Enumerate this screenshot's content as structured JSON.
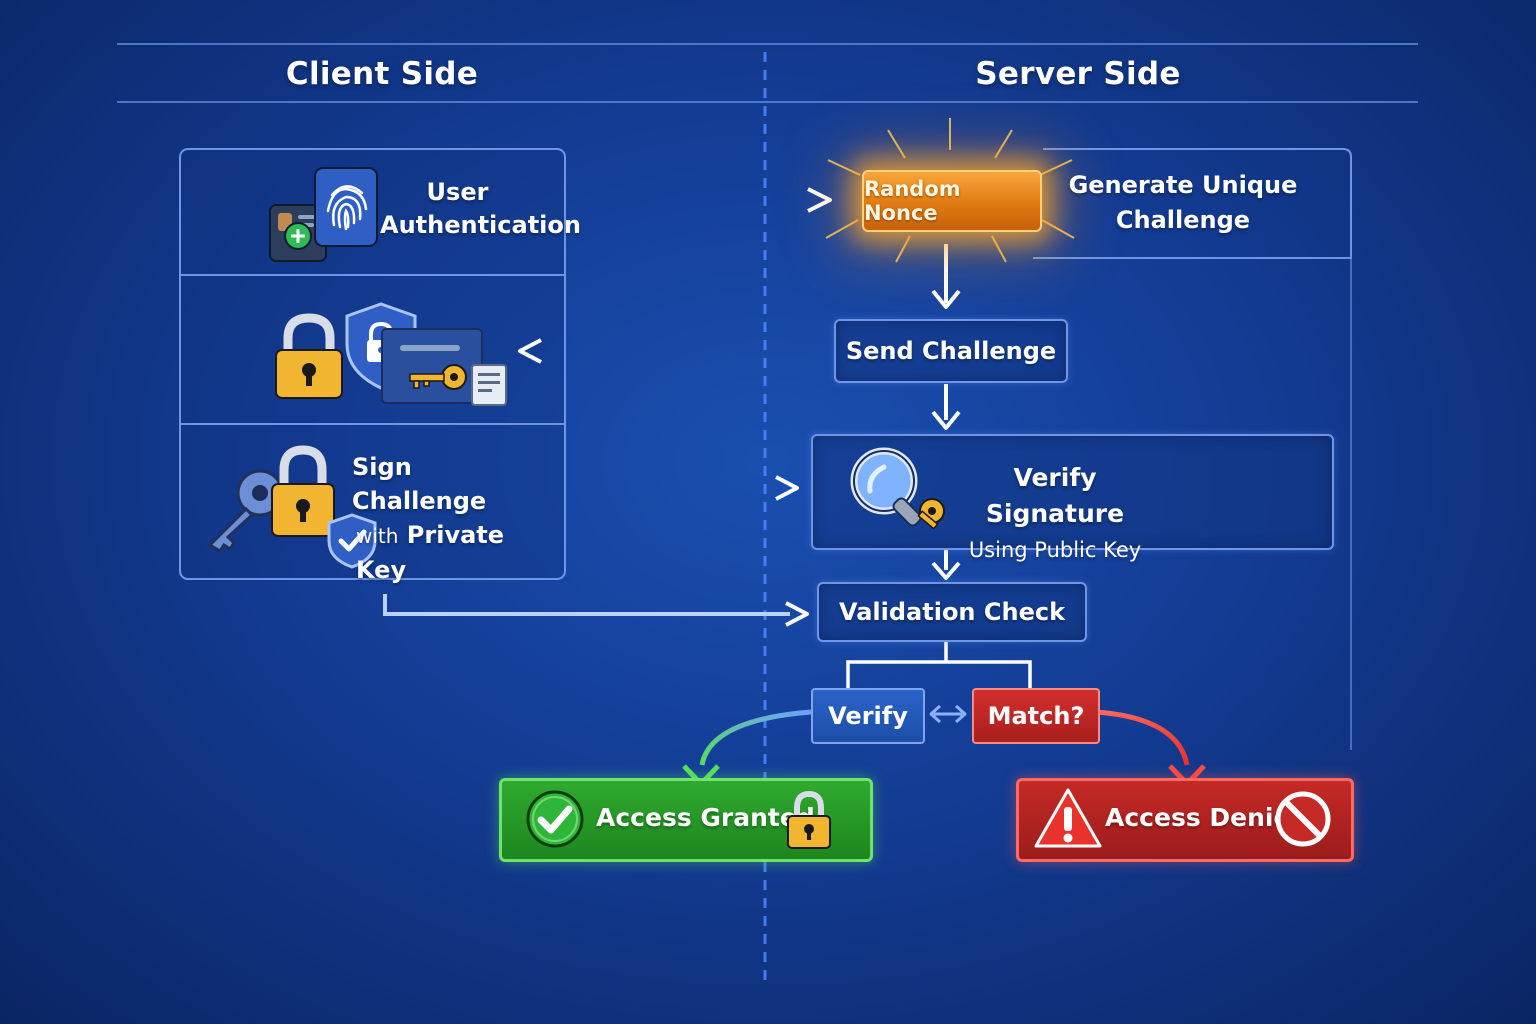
{
  "headers": {
    "client": "Client Side",
    "server": "Server Side"
  },
  "client": {
    "auth_line1": "User",
    "auth_line2": "Authentication",
    "sign_line1": "Sign Challenge",
    "sign_line2_pre": "with",
    "sign_line2_post": "Private Key"
  },
  "server": {
    "nonce": "Random Nonce",
    "generate_line1": "Generate Unique",
    "generate_line2": "Challenge",
    "send_challenge": "Send Challenge",
    "verify_sig_line1": "Verify Signature",
    "verify_sig_line2": "Using Public Key",
    "validation_check": "Validation Check",
    "verify": "Verify",
    "match": "Match?"
  },
  "results": {
    "granted": "Access Granted",
    "denied": "Access Denied"
  },
  "icons": {
    "fingerprint": "fingerprint-icon",
    "id_card": "id-card-icon",
    "padlock": "padlock-icon",
    "shield": "shield-lock-icon",
    "key": "key-icon",
    "document": "document-icon",
    "magnifier": "magnifier-icon",
    "check": "checkmark-icon",
    "warning": "warning-icon",
    "forbidden": "forbidden-icon",
    "bidirectional_arrow": "double-arrow-icon"
  },
  "colors": {
    "background": "#133c94",
    "line": "#6f96e6",
    "nonce": "#e07a12",
    "granted": "#1d861f",
    "denied": "#a91e1e",
    "gold": "#f2b531"
  }
}
